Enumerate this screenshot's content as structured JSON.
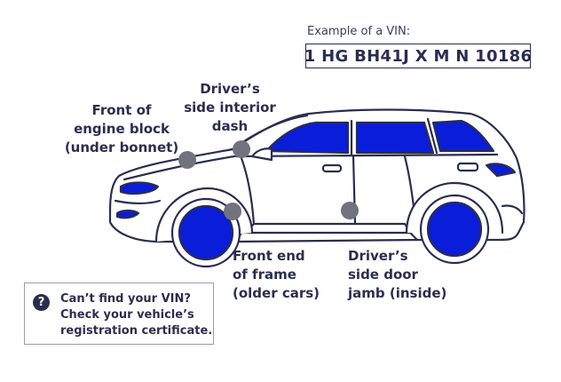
{
  "vin_example": {
    "caption": "Example of a VIN:",
    "value": "1 HG BH41J X M N 10186"
  },
  "locations": {
    "engine_block": "Front of\nengine block\n(under bonnet)",
    "interior_dash": "Driver’s\nside interior\ndash",
    "frame": "Front end\nof frame\n(older cars)",
    "door_jamb": "Driver’s\nside door\njamb (inside)"
  },
  "help": {
    "icon": "question-icon",
    "icon_glyph": "?",
    "text": "Can’t find your VIN?\nCheck your vehicle’s\nregistration certificate."
  },
  "colors": {
    "outline": "#2b2d4f",
    "highlight": "#0a1dd8",
    "marker": "#72727f",
    "body_fill": "#ffffff"
  }
}
